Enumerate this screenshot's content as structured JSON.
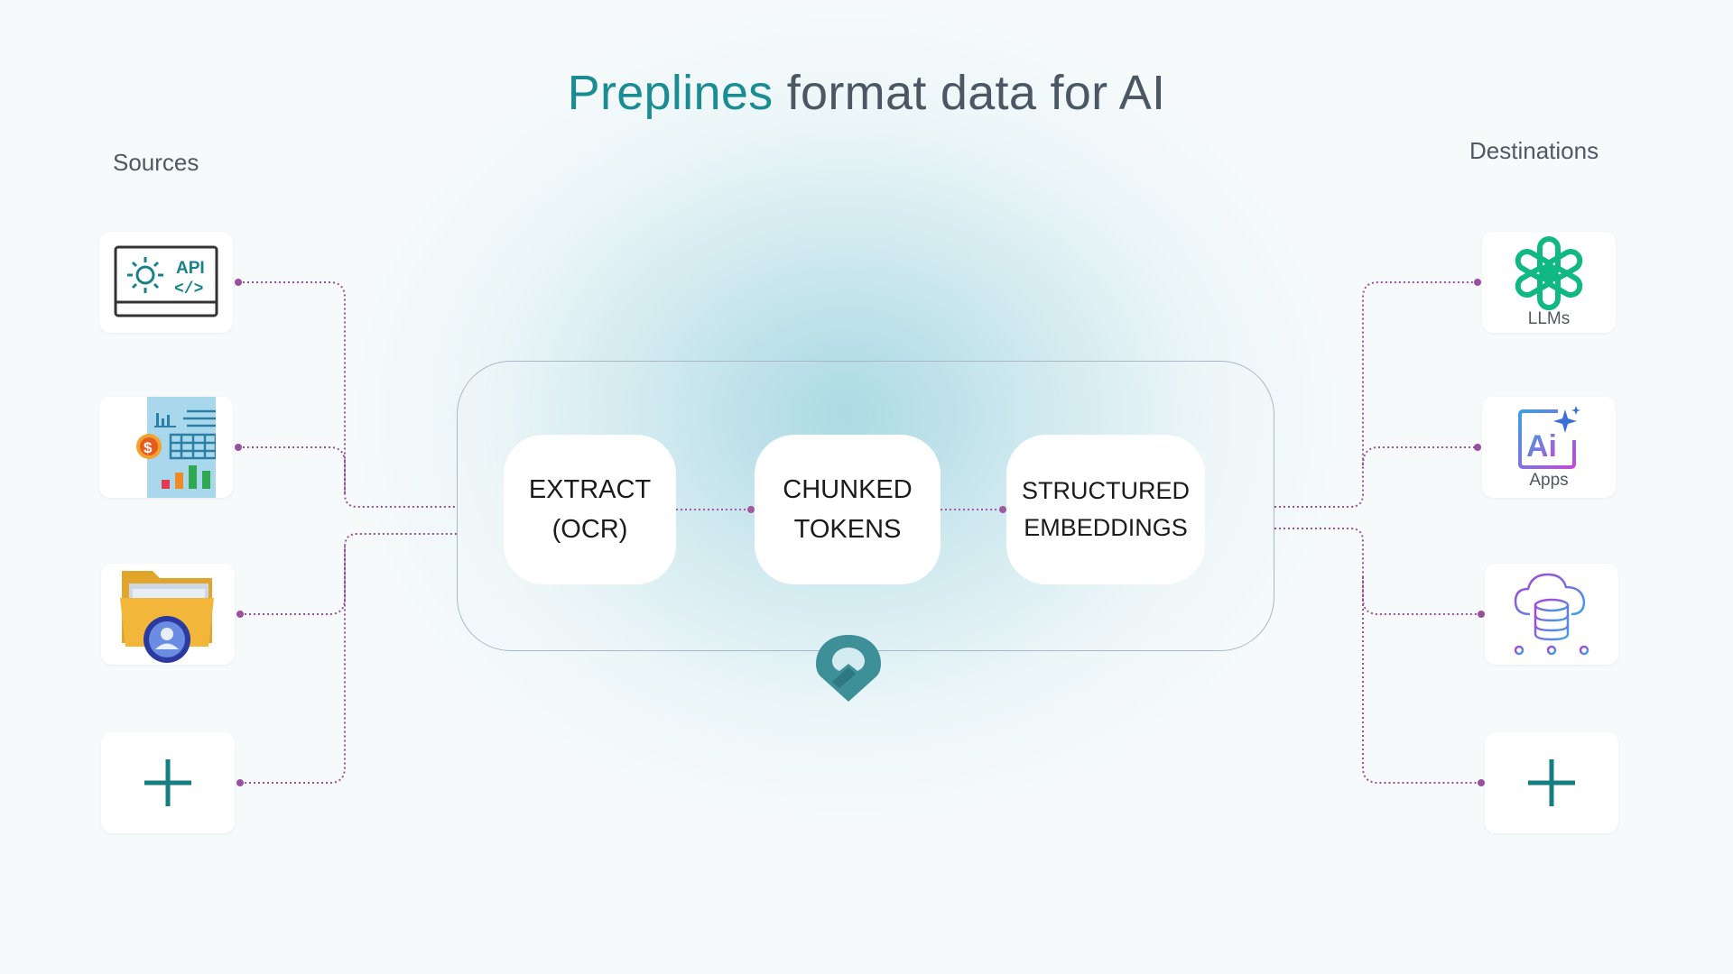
{
  "title": {
    "brand": "Preplines",
    "rest": " format data for AI"
  },
  "sources": {
    "label": "Sources",
    "items": [
      {
        "icon": "api-icon",
        "text": "API"
      },
      {
        "icon": "spreadsheet-report-icon"
      },
      {
        "icon": "user-folder-icon"
      },
      {
        "icon": "plus-icon"
      }
    ]
  },
  "destinations": {
    "label": "Destinations",
    "items": [
      {
        "icon": "openai-logo-icon",
        "caption": "LLMs"
      },
      {
        "icon": "ai-apps-icon",
        "badge": "Ai",
        "caption": "Apps"
      },
      {
        "icon": "cloud-database-icon"
      },
      {
        "icon": "plus-icon"
      }
    ]
  },
  "pipeline": {
    "steps": [
      {
        "line1": "EXTRACT",
        "line2": "(OCR)"
      },
      {
        "line1": "CHUNKED",
        "line2": "TOKENS"
      },
      {
        "line1": "STRUCTURED",
        "line2": "EMBEDDINGS"
      }
    ]
  },
  "colors": {
    "brand": "#1a8c94",
    "connector": "#9b4f9f",
    "plus": "#167d80",
    "openai": "#10b981"
  }
}
